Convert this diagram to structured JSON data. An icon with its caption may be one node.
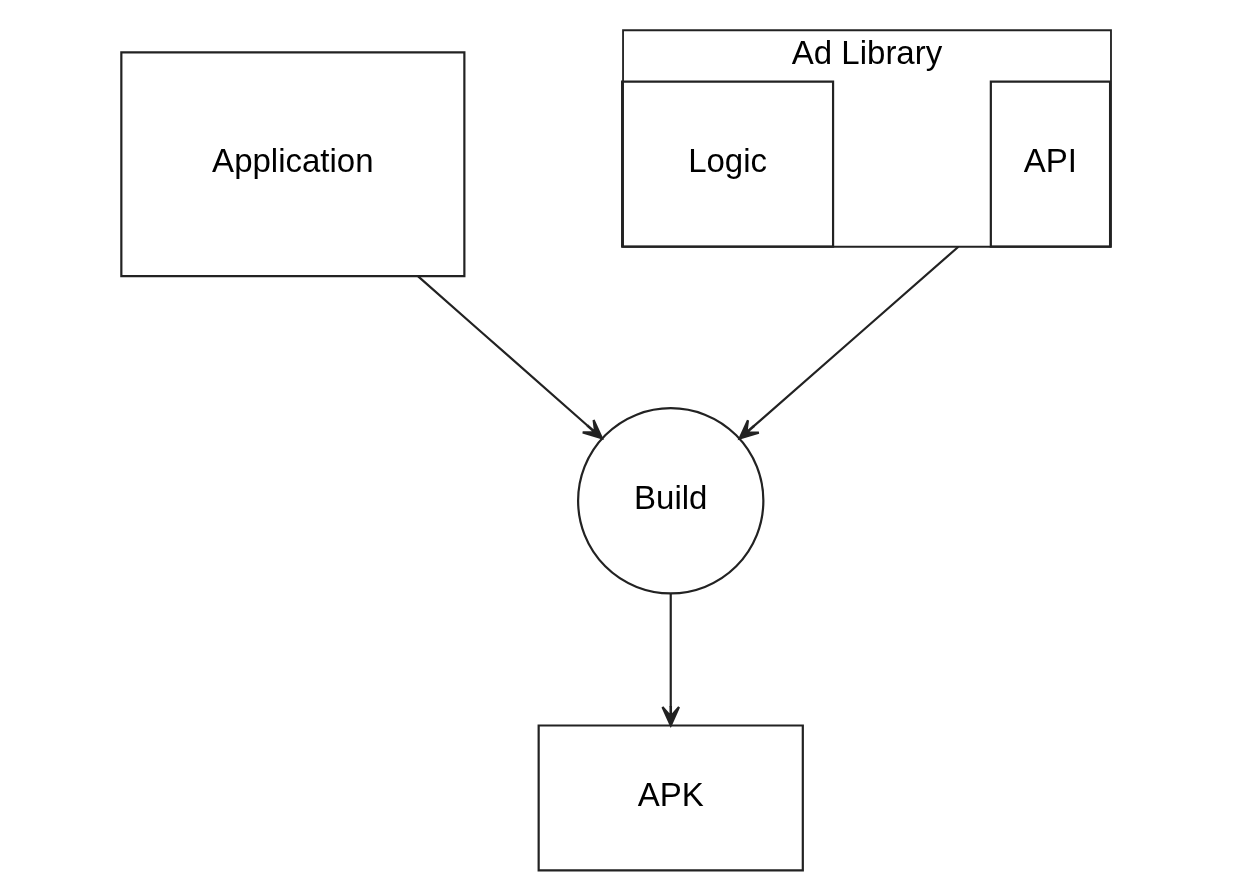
{
  "diagram": {
    "nodes": [
      {
        "text": [
          "Application"
        ]
      },
      {
        "text": [
          "Ad Library"
        ]
      },
      {
        "text": [
          "API"
        ],
        "in": 1
      },
      {
        "text": [
          "Logic"
        ],
        "in": 1
      },
      {
        "text": [
          "Build"
        ]
      },
      {
        "text": [
          "APK"
        ]
      }
    ],
    "edges": [
      {
        "from": 0,
        "to": 4,
        "arrow": "to"
      },
      {
        "from": 1,
        "to": 4,
        "arrow": "to"
      },
      {
        "from": 4,
        "to": 5,
        "arrow": "to"
      }
    ]
  }
}
